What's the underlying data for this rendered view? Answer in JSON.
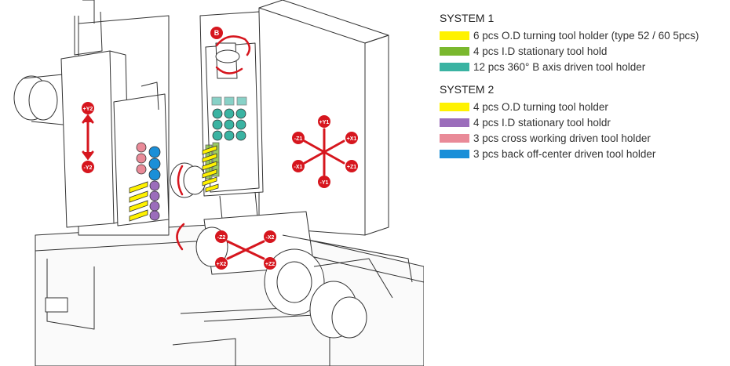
{
  "colors": {
    "yellow": "#fff200",
    "green": "#7ab82e",
    "teal": "#3ab3a2",
    "purple": "#9b6dbb",
    "pink": "#e98a98",
    "blue": "#1a8fd8",
    "arrow_red": "#d6161e",
    "line": "#333333"
  },
  "axes": {
    "b": "B",
    "plus_y2": "+Y2",
    "minus_y2": "-Y2",
    "plus_y1": "+Y1",
    "minus_y1": "-Y1",
    "plus_x1": "+X1",
    "minus_x1": "-X1",
    "plus_z1": "+Z1",
    "minus_z1": "-Z1",
    "minus_z2": "-Z2",
    "plus_z2": "+Z2",
    "plus_x2": "+X2",
    "minus_x2": "-X2"
  },
  "legend": {
    "system1": {
      "title": "SYSTEM 1",
      "items": [
        {
          "color": "#fff200",
          "label": "6 pcs O.D turning tool holder (type 52 / 60 5pcs)"
        },
        {
          "color": "#7ab82e",
          "label": "4 pcs I.D stationary tool hold"
        },
        {
          "color": "#3ab3a2",
          "label": "12 pcs 360° B axis driven tool holder"
        }
      ]
    },
    "system2": {
      "title": "SYSTEM 2",
      "items": [
        {
          "color": "#fff200",
          "label": "4 pcs O.D turning tool holder"
        },
        {
          "color": "#9b6dbb",
          "label": "4 pcs I.D stationary tool holdr"
        },
        {
          "color": "#e98a98",
          "label": "3 pcs cross working driven tool holder"
        },
        {
          "color": "#1a8fd8",
          "label": "3 pcs back off-center driven tool holder"
        }
      ]
    }
  }
}
